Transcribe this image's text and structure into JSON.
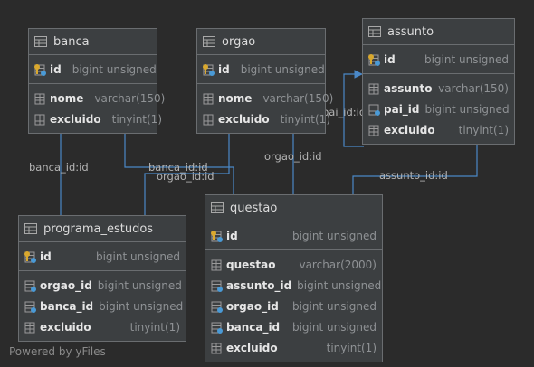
{
  "footer": "Powered by yFiles",
  "tables": {
    "banca": {
      "name": "banca",
      "pk": [
        {
          "col": "id",
          "type": "bigint unsigned",
          "icon": "key-column-icon"
        }
      ],
      "cols": [
        {
          "col": "nome",
          "type": "varchar(150)",
          "icon": "column-icon"
        },
        {
          "col": "excluido",
          "type": "tinyint(1)",
          "icon": "column-icon"
        }
      ]
    },
    "orgao": {
      "name": "orgao",
      "pk": [
        {
          "col": "id",
          "type": "bigint unsigned",
          "icon": "key-column-icon"
        }
      ],
      "cols": [
        {
          "col": "nome",
          "type": "varchar(150)",
          "icon": "column-icon"
        },
        {
          "col": "excluido",
          "type": "tinyint(1)",
          "icon": "column-icon"
        }
      ]
    },
    "assunto": {
      "name": "assunto",
      "pk": [
        {
          "col": "id",
          "type": "bigint unsigned",
          "icon": "key-column-icon"
        }
      ],
      "cols": [
        {
          "col": "assunto",
          "type": "varchar(150)",
          "icon": "column-icon"
        },
        {
          "col": "pai_id",
          "type": "bigint unsigned",
          "icon": "foreign-key-column-icon"
        },
        {
          "col": "excluido",
          "type": "tinyint(1)",
          "icon": "column-icon"
        }
      ]
    },
    "programa_estudos": {
      "name": "programa_estudos",
      "pk": [
        {
          "col": "id",
          "type": "bigint unsigned",
          "icon": "key-column-icon"
        }
      ],
      "cols": [
        {
          "col": "orgao_id",
          "type": "bigint unsigned",
          "icon": "foreign-key-column-icon"
        },
        {
          "col": "banca_id",
          "type": "bigint unsigned",
          "icon": "foreign-key-column-icon"
        },
        {
          "col": "excluido",
          "type": "tinyint(1)",
          "icon": "column-icon"
        }
      ]
    },
    "questao": {
      "name": "questao",
      "pk": [
        {
          "col": "id",
          "type": "bigint unsigned",
          "icon": "key-column-icon"
        }
      ],
      "cols": [
        {
          "col": "questao",
          "type": "varchar(2000)",
          "icon": "column-icon"
        },
        {
          "col": "assunto_id",
          "type": "bigint unsigned",
          "icon": "foreign-key-column-icon"
        },
        {
          "col": "orgao_id",
          "type": "bigint unsigned",
          "icon": "foreign-key-column-icon"
        },
        {
          "col": "banca_id",
          "type": "bigint unsigned",
          "icon": "foreign-key-column-icon"
        },
        {
          "col": "excluido",
          "type": "tinyint(1)",
          "icon": "column-icon"
        }
      ]
    }
  },
  "links": [
    {
      "label": "banca_id:id"
    },
    {
      "label": "banca_id:id"
    },
    {
      "label": "orgao_id:id"
    },
    {
      "label": "orgao_id:id"
    },
    {
      "label": "pai_id:id"
    },
    {
      "label": "assunto_id:id"
    }
  ],
  "colors": {
    "background": "#2b2b2b",
    "table": "#3c3f41",
    "border": "#6a6d70",
    "link": "#4a88c7",
    "key": "#d9a82e"
  }
}
